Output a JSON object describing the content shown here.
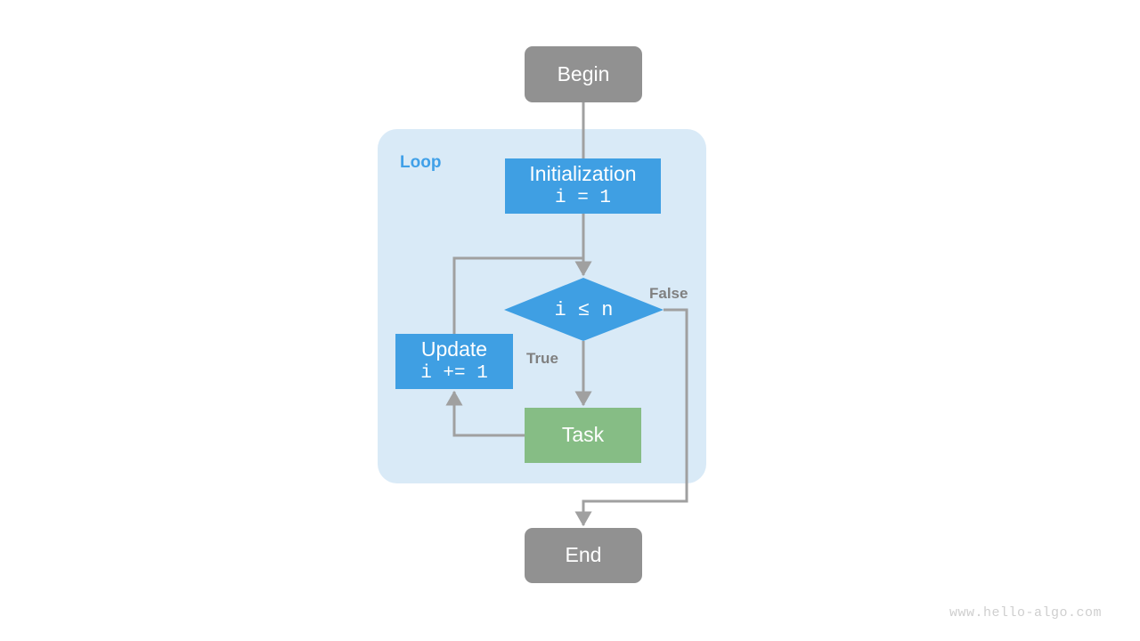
{
  "diagram": {
    "type": "flowchart",
    "title": "",
    "colors": {
      "terminal": "#919191",
      "process": "#3f9fe3",
      "task": "#86bd85",
      "loop_container": "#d9eaf7",
      "loop_label": "#40a0e8",
      "edge": "#a0a0a0",
      "edge_label": "#808080",
      "watermark": "#cfcfcf"
    },
    "nodes": {
      "begin": {
        "label": "Begin",
        "shape": "rounded-rect",
        "role": "terminal"
      },
      "initialization": {
        "label": "Initialization",
        "sublabel": "i = 1",
        "shape": "rect",
        "role": "process"
      },
      "condition": {
        "label": "i ≤ n",
        "shape": "diamond",
        "role": "decision"
      },
      "update": {
        "label": "Update",
        "sublabel": "i += 1",
        "shape": "rect",
        "role": "process"
      },
      "task": {
        "label": "Task",
        "shape": "rect",
        "role": "task"
      },
      "end": {
        "label": "End",
        "shape": "rounded-rect",
        "role": "terminal"
      }
    },
    "group": {
      "loop_label": "Loop"
    },
    "edge_labels": {
      "true": "True",
      "false": "False"
    },
    "edges": [
      {
        "from": "begin",
        "to": "initialization",
        "label": ""
      },
      {
        "from": "initialization",
        "to": "condition",
        "label": ""
      },
      {
        "from": "condition",
        "to": "task",
        "label": "True"
      },
      {
        "from": "condition",
        "to": "end",
        "label": "False"
      },
      {
        "from": "task",
        "to": "update",
        "label": ""
      },
      {
        "from": "update",
        "to": "condition",
        "label": ""
      }
    ]
  },
  "watermark": {
    "text": "www.hello-algo.com"
  }
}
